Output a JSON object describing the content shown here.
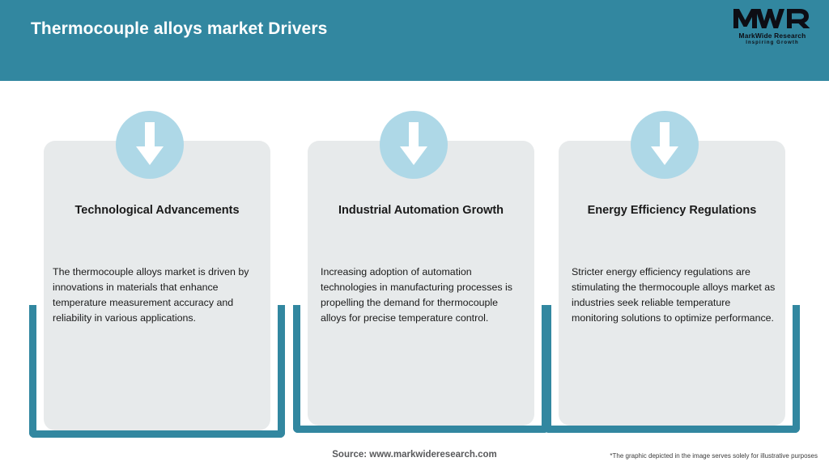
{
  "header": {
    "title": "Thermocouple alloys market Drivers",
    "bg_color": "#3287a0",
    "title_color": "#ffffff"
  },
  "logo": {
    "mark": "MWR",
    "name": "MarkWide Research",
    "tagline": "Inspiring Growth"
  },
  "cards": [
    {
      "icon": "down-arrow-icon",
      "title": "Technological Advancements",
      "body": "The thermocouple alloys market is driven by innovations in materials that enhance temperature measurement accuracy and reliability in various applications."
    },
    {
      "icon": "down-arrow-icon",
      "title": "Industrial Automation Growth",
      "body": "Increasing adoption of automation technologies in manufacturing processes is propelling the demand for thermocouple alloys for precise temperature control."
    },
    {
      "icon": "down-arrow-icon",
      "title": "Energy Efficiency Regulations",
      "body": "Stricter energy efficiency regulations are stimulating the thermocouple alloys market as industries seek reliable temperature monitoring solutions to optimize performance."
    }
  ],
  "footer": {
    "source": "Source: www.markwideresearch.com",
    "disclaimer": "*The graphic depicted in the image serves solely for illustrative purposes"
  },
  "colors": {
    "teal": "#3287a0",
    "panel": "#e7eaeb",
    "circle": "#aed8e7",
    "arrow": "#ffffff"
  }
}
